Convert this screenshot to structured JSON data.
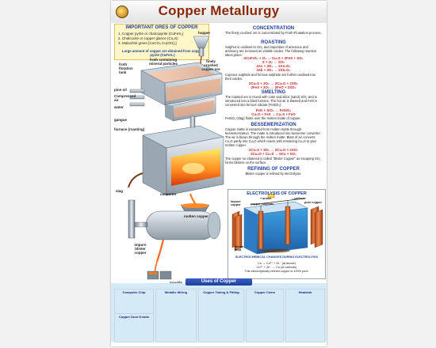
{
  "header": {
    "title": "Copper Metallurgy",
    "tag": ""
  },
  "ores": {
    "title": "IMPORTANT ORES OF COPPER",
    "items": [
      "1. Copper pyrite or chalcopyrite (CuFeS₂)",
      "2. Chalcocite or copper glance (Cu₂S)",
      "3. Malachite green [CuCO₃.Cu(OH)₂]"
    ],
    "note": "Large amount of copper are obtained from copper pyrite (CuFeS₂)"
  },
  "plant_labels": {
    "hopper": "hopper",
    "fine_crushed": "finely crushed copper ore",
    "froth_ores": "froth containing mineral particles",
    "froth_tank": "froth flotation tank",
    "pine_oil": "pine oil",
    "compressed_air": "Compressed air",
    "water": "water",
    "gangue": "gangue",
    "furnace": "furnace (roasting)",
    "slag": "slag",
    "molten_copper": "molten copper",
    "converter": "converter",
    "impure_copper": "impure blister copper",
    "moulds": "moulds"
  },
  "process": {
    "concentration": {
      "heading": "CONCENTRATION",
      "text": "The finely crushed ore is concentrated by Froth-Floatation process."
    },
    "roasting": {
      "heading": "ROASTING",
      "text": "Sulphur is oxidised to SO₂ and impurities of arsenous and antimony are removed as volatile oxides. The following reaction takes place:",
      "equations": [
        "2CuFeS₂ + O₂ → Cu₂S + 2FeS + SO₂",
        "S + O₂ → SO₂",
        "4As + 3O₂ → 2As₂O₃",
        "4Sb + 3O₂ → 2Sb₂O₃"
      ],
      "text2": "Cuprous sulphide and ferrous sulphide are further oxidised into their oxides."
    },
    "roasting_eq2": [
      "2Cu₂S + 3O₂ → 2Cu₂O + 2SO₂",
      "2FeS + 3O₂ → 2FeO + 2SO₂"
    ],
    "smelting": {
      "heading": "SMELTING",
      "text": "The roasted ore is mixed with coke and silica (sand) SiO₂ and is introduced into a blast furnace. The hot air is blasted and FeO is converted into ferrous silicate (FeSiO₃).",
      "equations": [
        "FeO + SiO₂ → FeSiO₃",
        "Cu₂O + FeS → Cu₂S + FeO"
      ],
      "text2": "FeSiO₃ (slag) floats over the molten matte of copper."
    },
    "bessemerization": {
      "heading": "BESSEMERIZATION",
      "text": "Copper matte is extracted from molten matte through bessemerization. The matte is introduced into bessemer converter. The air is blown through the molten matte. Blast of air converts Cu₂S partly into Cu₂O which reacts with remaining Cu₂S to give molten copper.",
      "equations": [
        "2Cu₂S + 3O₂ → 2Cu₂O + 2SO₂",
        "2Cu₂O + Cu₂S → 6Cu + SO₂"
      ],
      "text2": "The copper so obtained is called \"Blister Copper\" as escaping SO₂ forms blisters on the surface."
    },
    "refining": {
      "heading": "REFINING OF COPPER",
      "text": "Blister copper is refined by electrolysis."
    }
  },
  "electrolysis": {
    "title": "ELECTROLYSIS OF COPPER",
    "anode": "+ anode",
    "cathode": "– cathode",
    "impure": "impure copper",
    "pure": "pure copper",
    "solution": "copper sulphate",
    "mud": "anode mud",
    "sub": "ELECTROCHEMICAL CHANGES DURING ELECTROLYSIS",
    "eq1": "Cu → Cu²⁺ + 2e⁻     (at anode)",
    "eq2": "Cu²⁺ + 2e⁻ → Cu     (at cathode)",
    "note": "This electrolytically refined copper is 100% pure."
  },
  "uses": {
    "heading": "Uses of Copper",
    "items": [
      {
        "label": "Computer Chip"
      },
      {
        "label": "Metallic Wiring"
      },
      {
        "label": "Copper Tubing & Fitting"
      },
      {
        "label": "Copper Coins"
      },
      {
        "label": "Heatsink"
      },
      {
        "label": "Copper Door Knobs"
      }
    ]
  },
  "footer": ""
}
